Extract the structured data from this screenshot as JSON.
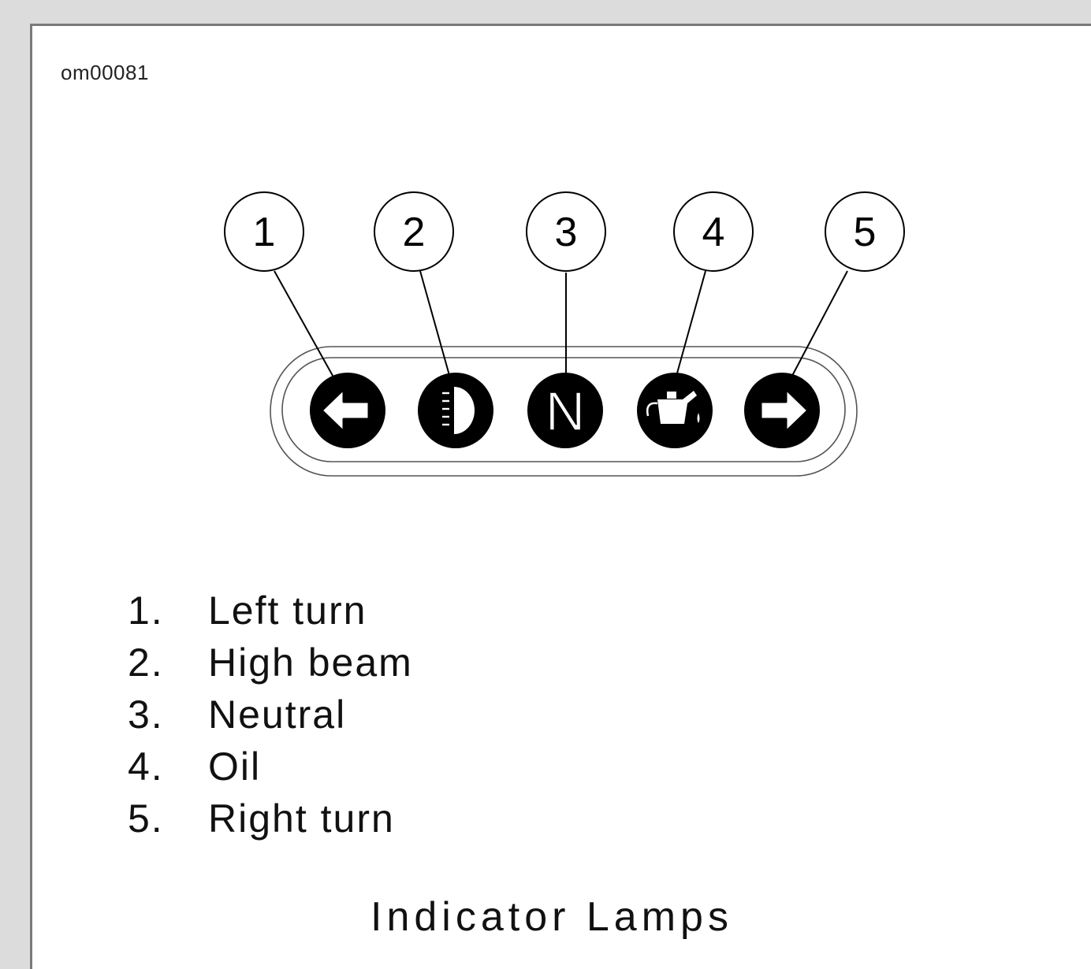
{
  "figure_id": "om00081",
  "callouts": [
    {
      "number": "1",
      "label": "Left turn",
      "symbol": "left-turn-arrow-icon"
    },
    {
      "number": "2",
      "label": "High beam",
      "symbol": "high-beam-icon"
    },
    {
      "number": "3",
      "label": "Neutral",
      "symbol": "neutral-icon",
      "symbol_text": "N"
    },
    {
      "number": "4",
      "label": "Oil",
      "symbol": "oil-can-icon"
    },
    {
      "number": "5",
      "label": "Right turn",
      "symbol": "right-turn-arrow-icon"
    }
  ],
  "legend": [
    {
      "num": "1.",
      "text": "Left turn"
    },
    {
      "num": "2.",
      "text": "High beam"
    },
    {
      "num": "3.",
      "text": "Neutral"
    },
    {
      "num": "4.",
      "text": "Oil"
    },
    {
      "num": "5.",
      "text": "Right turn"
    }
  ],
  "caption": "Indicator Lamps",
  "colors": {
    "lamp_fill": "#000000",
    "line": "#000000",
    "bezel": "#555555",
    "background": "#ffffff",
    "frame": "#7a7a7a"
  }
}
